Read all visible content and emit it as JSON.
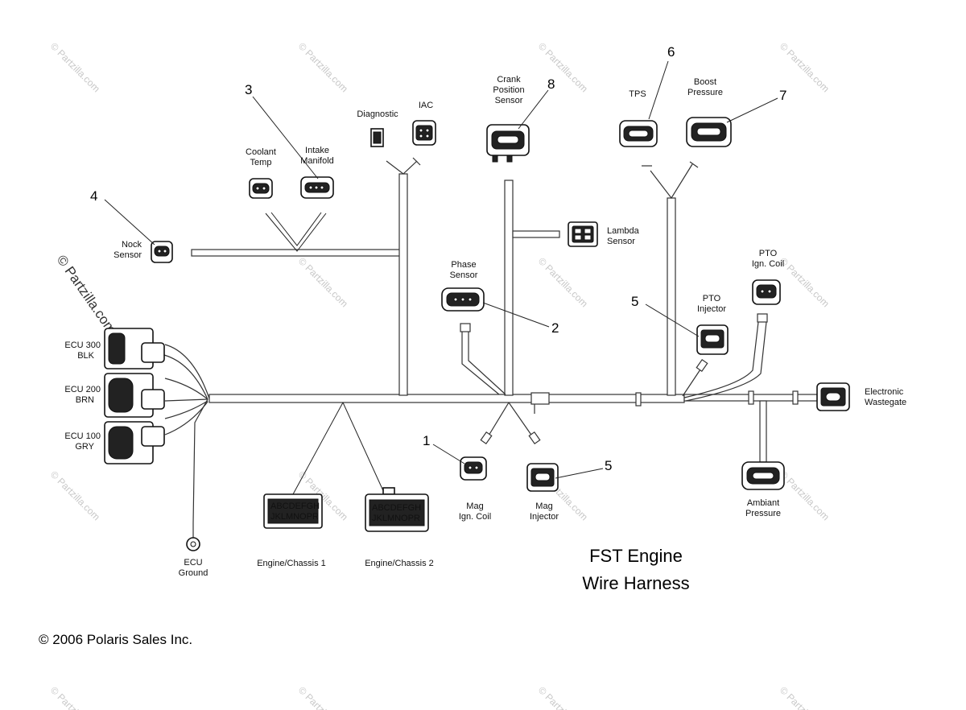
{
  "diagram": {
    "title_line1": "FST Engine",
    "title_line2": "Wire Harness",
    "copyright": "© 2006 Polaris Sales Inc.",
    "watermark": "© Partzilla.com",
    "components": {
      "knock_sensor": {
        "line1": "Nock",
        "line2": "Sensor",
        "callout": "4"
      },
      "coolant_temp": {
        "line1": "Coolant",
        "line2": "Temp"
      },
      "intake_manifold": {
        "line1": "Intake",
        "line2": "Manifold",
        "callout": "3"
      },
      "diagnostic": {
        "line1": "Diagnostic"
      },
      "iac": {
        "line1": "IAC"
      },
      "crank_position_sensor": {
        "line1": "Crank",
        "line2": "Position",
        "line3": "Sensor",
        "callout": "8"
      },
      "tps": {
        "line1": "TPS",
        "callout": "6"
      },
      "boost_pressure": {
        "line1": "Boost",
        "line2": "Pressure",
        "callout": "7"
      },
      "lambda_sensor": {
        "line1": "Lambda",
        "line2": "Sensor"
      },
      "phase_sensor": {
        "line1": "Phase",
        "line2": "Sensor",
        "callout": "2"
      },
      "pto_ign_coil": {
        "line1": "PTO",
        "line2": "Ign. Coil"
      },
      "pto_injector": {
        "line1": "PTO",
        "line2": "Injector",
        "callout": "5"
      },
      "ecu_300": {
        "line1": "ECU 300",
        "line2": "BLK"
      },
      "ecu_200": {
        "line1": "ECU 200",
        "line2": "BRN"
      },
      "ecu_100": {
        "line1": "ECU 100",
        "line2": "GRY"
      },
      "electronic_wastegate": {
        "line1": "Electronic",
        "line2": "Wastegate"
      },
      "mag_ign_coil": {
        "line1": "Mag",
        "line2": "Ign. Coil",
        "callout": "1"
      },
      "mag_injector": {
        "line1": "Mag",
        "line2": "Injector",
        "callout": "5"
      },
      "ambiant_pressure": {
        "line1": "Ambiant",
        "line2": "Pressure"
      },
      "ecu_ground": {
        "line1": "ECU",
        "line2": "Ground"
      },
      "engine_chassis_1": {
        "line1": "Engine/Chassis 1",
        "pins_top": "ABCDEFGH",
        "pins_bottom": "JKLMNOPR"
      },
      "engine_chassis_2": {
        "line1": "Engine/Chassis 2",
        "pins_top": "ABCDEFGH",
        "pins_bottom": "JKLMNOPR"
      }
    }
  }
}
